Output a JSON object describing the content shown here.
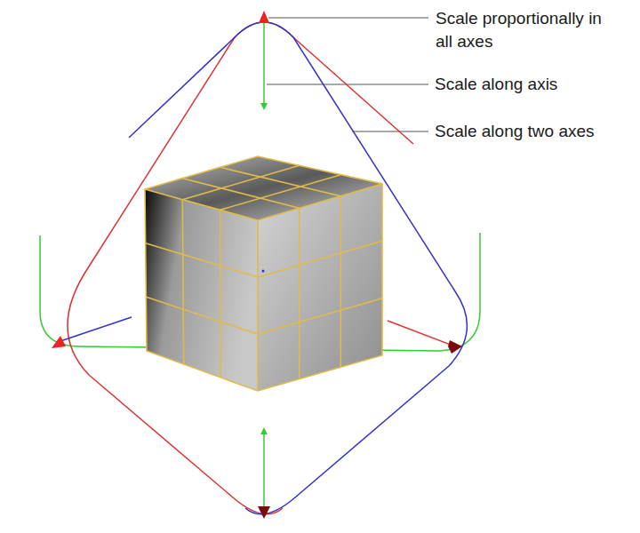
{
  "diagram": {
    "labels": [
      "Scale proportionally in all axes",
      "Scale along axis",
      "Scale along two axes"
    ]
  }
}
